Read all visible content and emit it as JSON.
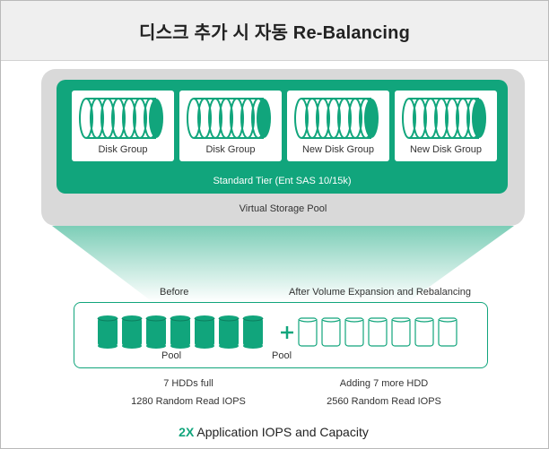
{
  "title": "디스크 추가 시 자동 Re-Balancing",
  "disk_groups": [
    {
      "label": "Disk Group"
    },
    {
      "label": "Disk Group"
    },
    {
      "label": "New Disk Group"
    },
    {
      "label": "New Disk Group"
    }
  ],
  "tier_label": "Standard Tier (Ent SAS 10/15k)",
  "pool_label": "Virtual Storage Pool",
  "before_label": "Before",
  "after_label": "After Volume Expansion and Rebalancing",
  "pool_left_label": "Pool",
  "pool_right_label": "Pool",
  "plus_icon": "plus-icon",
  "before_stats": {
    "line1": "7 HDDs full",
    "line2": "1280 Random Read IOPS"
  },
  "after_stats": {
    "line1": "Adding 7 more HDD",
    "line2": "2560 Random Read IOPS"
  },
  "summary": {
    "accent": "2X",
    "text": " Application IOPS and Capacity"
  },
  "colors": {
    "accent": "#11a57c",
    "pool_gray": "#d9d9d9",
    "header_gray": "#efefef"
  }
}
